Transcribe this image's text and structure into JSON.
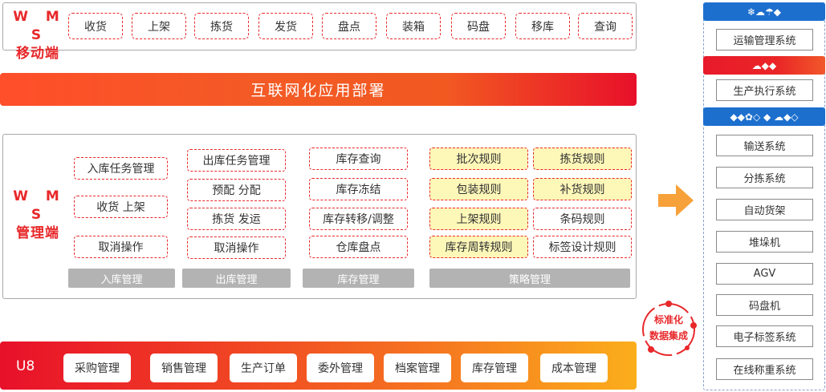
{
  "mobile": {
    "label_line1": "W M S",
    "label_line2": "移动端",
    "buttons": [
      "收货",
      "上架",
      "拣货",
      "发货",
      "盘点",
      "装箱",
      "码盘",
      "移库",
      "查询"
    ]
  },
  "banner": {
    "text": "互联网化应用部署"
  },
  "management": {
    "label_line1": "W M S",
    "label_line2": "管理端",
    "inbound": {
      "items": [
        "入库任务管理",
        "收货 上架",
        "取消操作"
      ],
      "group_label": "入库管理"
    },
    "outbound": {
      "items": [
        "出库任务管理",
        "预配 分配",
        "拣货 发运",
        "取消操作"
      ],
      "group_label": "出库管理"
    },
    "inventory": {
      "items": [
        "库存查询",
        "库存冻结",
        "库存转移/调整",
        "仓库盘点"
      ],
      "group_label": "库存管理"
    },
    "strategy": {
      "items": [
        {
          "label": "批次规则",
          "highlight": true
        },
        {
          "label": "拣货规则",
          "highlight": true
        },
        {
          "label": "包装规则",
          "highlight": true
        },
        {
          "label": "补货规则",
          "highlight": true
        },
        {
          "label": "上架规则",
          "highlight": true
        },
        {
          "label": "条码规则",
          "highlight": false
        },
        {
          "label": "库存周转规则",
          "highlight": true
        },
        {
          "label": "标签设计规则",
          "highlight": false
        }
      ],
      "group_label": "策略管理"
    }
  },
  "u8": {
    "label": "U8",
    "buttons": [
      "采购管理",
      "销售管理",
      "生产订单",
      "委外管理",
      "档案管理",
      "库存管理",
      "成本管理"
    ]
  },
  "badge": {
    "line1": "标准化",
    "line2": "数据集成"
  },
  "right": {
    "header1": "❄☁☂◆",
    "box1": "运输管理系统",
    "header2": "☁◆◆",
    "box2": "生产执行系统",
    "header3": "◆◆✿◇ ◆ ☁◆◇",
    "boxes": [
      "输送系统",
      "分拣系统",
      "自动货架",
      "堆垛机",
      "AGV",
      "码盘机",
      "电子标签系统",
      "在线称重系统"
    ]
  },
  "colors": {
    "accent_red": "#e8282a",
    "blue_header": "#1d6fce",
    "highlight_yellow": "#fdf7b8",
    "label_gray": "#b3b3b3"
  }
}
